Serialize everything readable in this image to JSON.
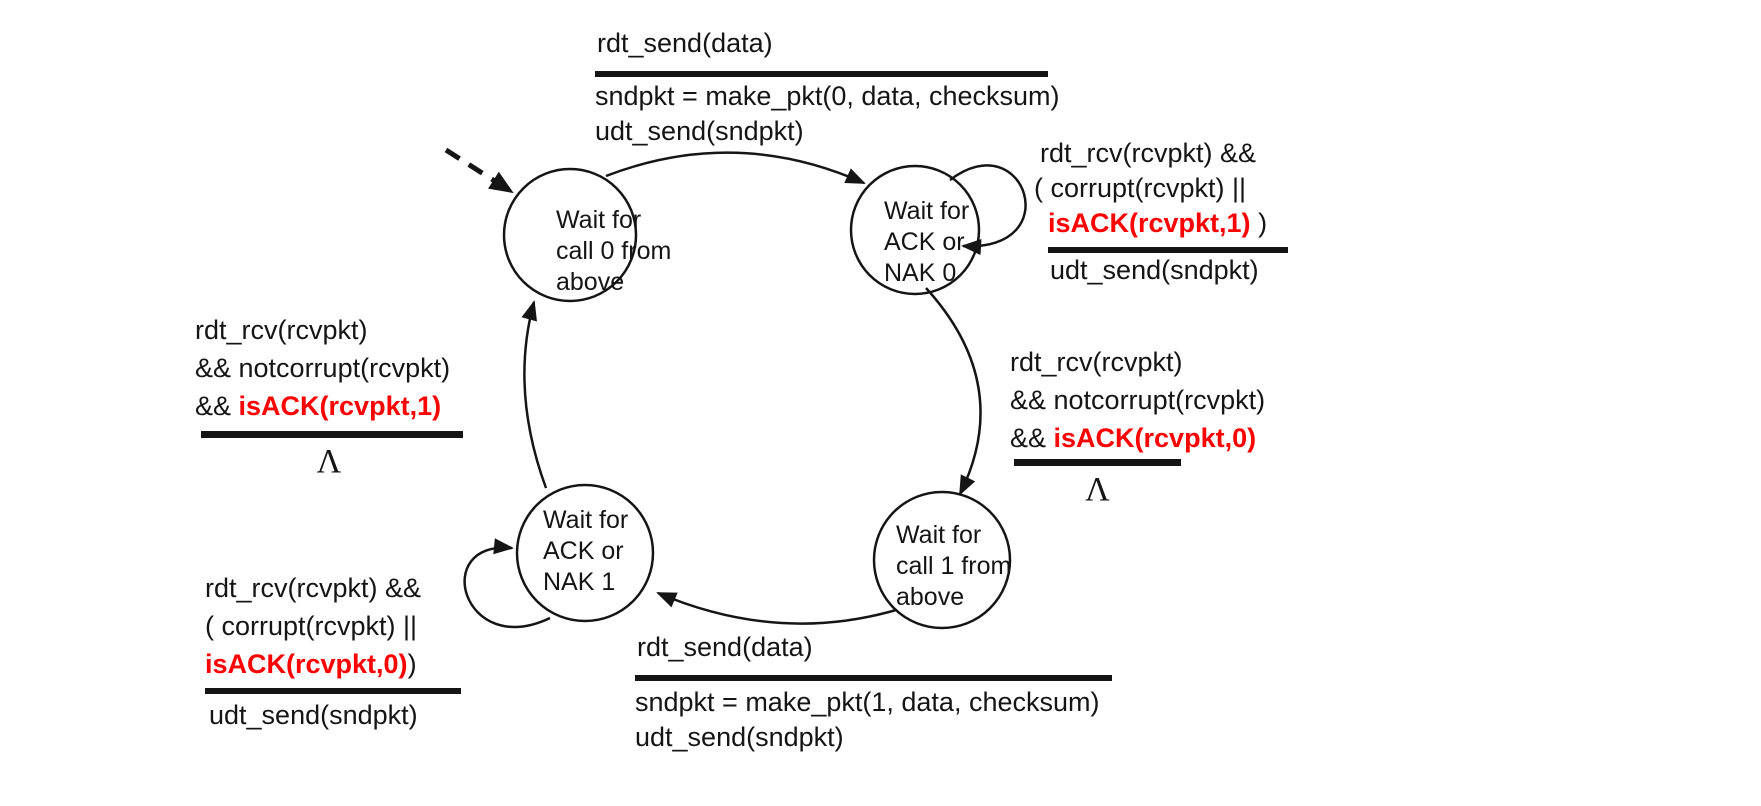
{
  "diagram": {
    "kind": "finite-state-machine",
    "colors": {
      "text": "#151515",
      "red_highlight": "#ff0000",
      "line": "#151515"
    },
    "states": {
      "s1": {
        "line1": "Wait for",
        "line2": "call 0 from",
        "line3": "above"
      },
      "s2": {
        "line1": "Wait for",
        "line2": "ACK or",
        "line3": "NAK 0"
      },
      "s3": {
        "line1": "Wait for",
        "line2": "ACK or",
        "line3": "NAK 1"
      },
      "s4": {
        "line1": "Wait for",
        "line2": "call 1 from",
        "line3": "above"
      }
    },
    "transitions": {
      "send0": {
        "event": "rdt_send(data)",
        "action1": "sndpkt = make_pkt(0, data, checksum)",
        "action2": "udt_send(sndpkt)"
      },
      "resend0": {
        "line1": "rdt_rcv(rcvpkt) &&",
        "line2": "( corrupt(rcvpkt) ||",
        "line3_red": "isACK(rcvpkt,1)",
        "line3_tail": " )",
        "action": "udt_send(sndpkt)"
      },
      "ack0": {
        "line1": "rdt_rcv(rcvpkt)",
        "line2": "&& notcorrupt(rcvpkt)",
        "line3_black": "&& ",
        "line3_red": "isACK(rcvpkt,0)",
        "action": "Λ"
      },
      "send1": {
        "event": "rdt_send(data)",
        "action1": "sndpkt = make_pkt(1, data, checksum)",
        "action2": "udt_send(sndpkt)"
      },
      "resend1": {
        "line1": "rdt_rcv(rcvpkt) &&",
        "line2": "( corrupt(rcvpkt) ||",
        "line3_red": "isACK(rcvpkt,0)",
        "line3_tail": ")",
        "action": "udt_send(sndpkt)"
      },
      "ack1": {
        "line1": "rdt_rcv(rcvpkt)",
        "line2": "&& notcorrupt(rcvpkt)",
        "line3_black": "&& ",
        "line3_red": "isACK(rcvpkt,1)",
        "action": "Λ"
      }
    }
  }
}
